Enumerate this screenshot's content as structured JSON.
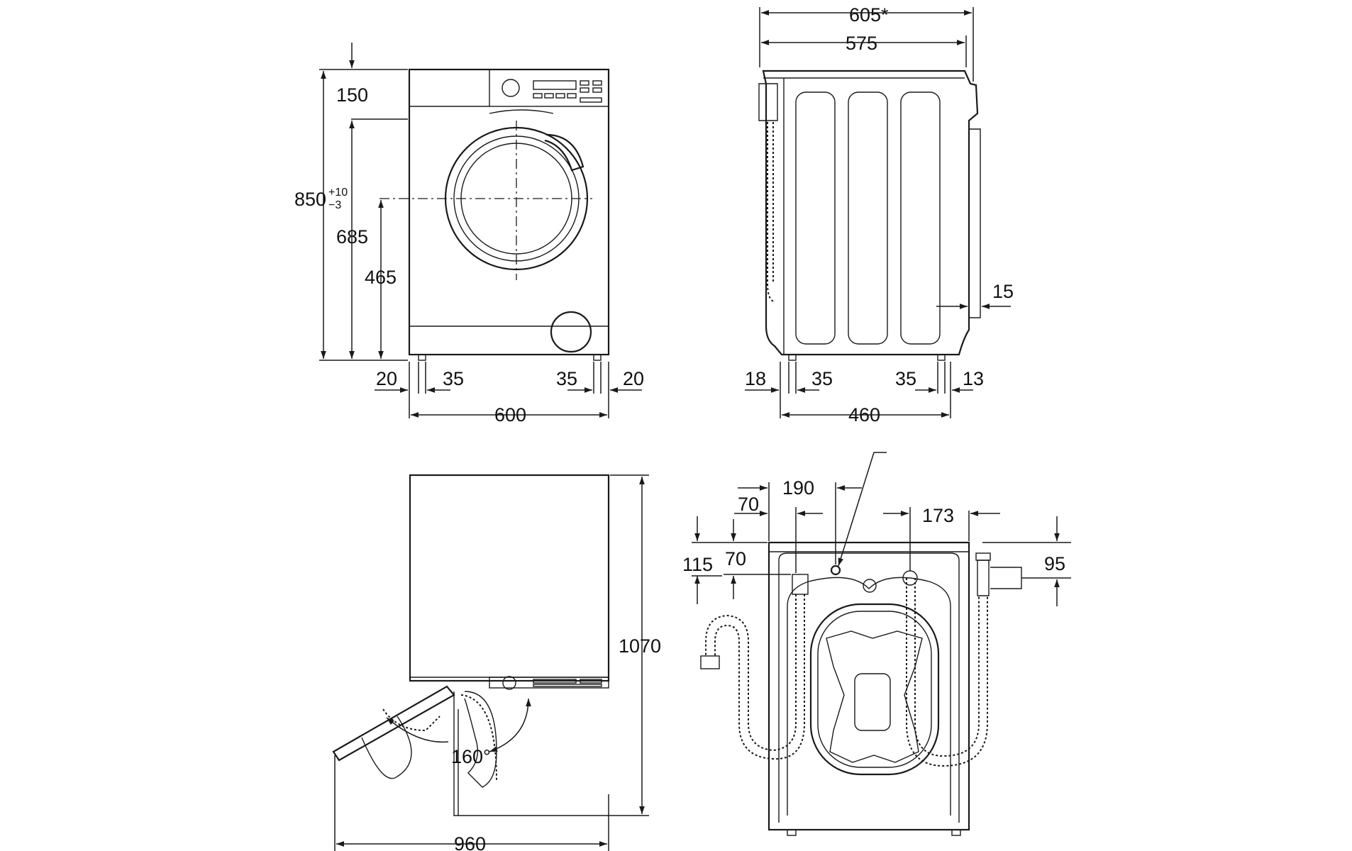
{
  "front_view": {
    "height": "850",
    "height_tol_upper": "+10",
    "height_tol_lower": "−3",
    "control_panel": "150",
    "door_top": "685",
    "door_center": "465",
    "foot_left_offset": "20",
    "foot_left_width": "35",
    "foot_right_width": "35",
    "foot_right_offset": "20",
    "width": "600"
  },
  "side_view": {
    "depth_overall": "605*",
    "depth_body": "575",
    "door_protrusion": "15",
    "foot_front_offset": "18",
    "foot_front_width": "35",
    "foot_rear_width": "35",
    "foot_rear_offset": "13",
    "foot_spacing": "460"
  },
  "top_view": {
    "door_open_height": "1070",
    "door_open_depth": "960",
    "door_angle": "160°"
  },
  "rear_view": {
    "drain_from_side": "190",
    "drain_to_edge": "70",
    "drain_from_top": "70",
    "drain_height": "115",
    "inlet_from_side": "173",
    "inlet_height": "95"
  }
}
